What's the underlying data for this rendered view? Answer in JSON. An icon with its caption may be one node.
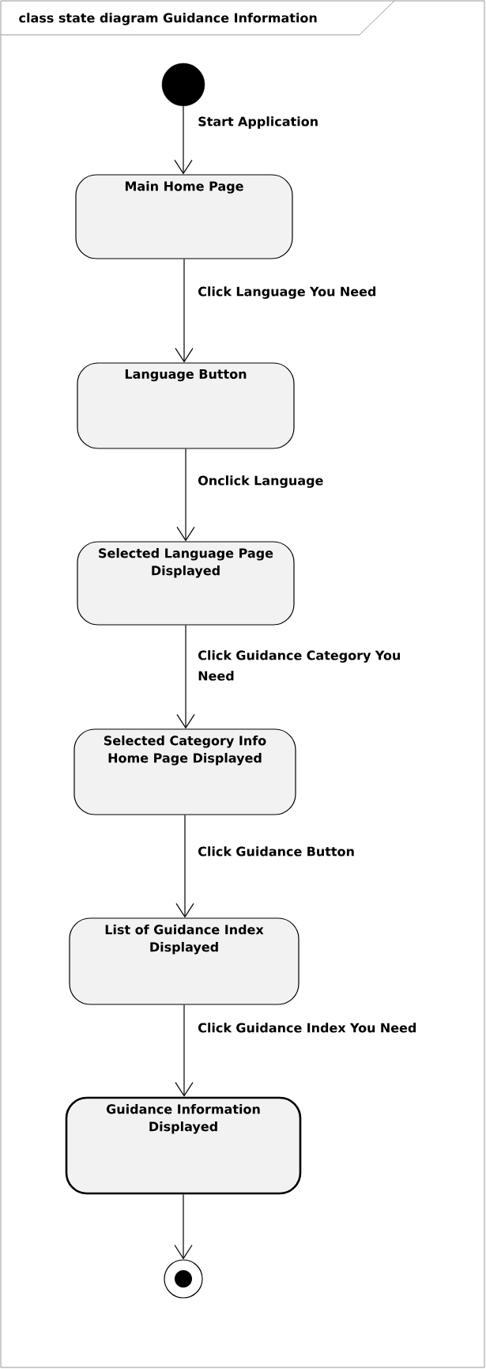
{
  "diagram": {
    "title": "class state diagram Guidance Information",
    "nodes": [
      {
        "text": [],
        "shape": "circle"
      },
      {
        "text": [
          "Main Home Page"
        ]
      },
      {
        "text": [
          "Language Button"
        ]
      },
      {
        "text": [
          "Selected Language Page Displayed"
        ]
      },
      {
        "text": [
          "Selected Category Info Home Page Displayed"
        ]
      },
      {
        "text": [
          "List of Guidance Index Displayed"
        ]
      },
      {
        "text": [
          "Guidance Information Displayed"
        ]
      },
      {
        "text": [],
        "shape": "bullseye"
      }
    ],
    "edges": [
      {
        "from": 0,
        "to": 1,
        "arrow": "to",
        "label": "Start Application"
      },
      {
        "from": 1,
        "to": 2,
        "arrow": "to",
        "label": "Click Language You Need"
      },
      {
        "from": 2,
        "to": 3,
        "arrow": "to",
        "label": "Onclick Language"
      },
      {
        "from": 3,
        "to": 4,
        "arrow": "to",
        "label": "Click Guidance Category You Need"
      },
      {
        "from": 4,
        "to": 5,
        "arrow": "to",
        "label": "Click Guidance Button"
      },
      {
        "from": 5,
        "to": 6,
        "arrow": "to",
        "label": "Click Guidance Index You Need"
      },
      {
        "from": 6,
        "to": 7,
        "arrow": "to"
      }
    ]
  }
}
